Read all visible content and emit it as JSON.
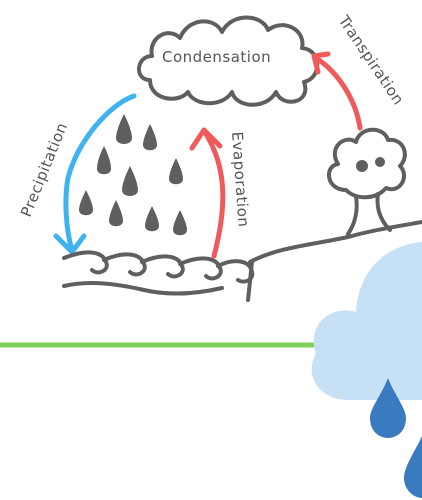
{
  "labels": {
    "condensation": "Condensation",
    "transpiration": "Transpiration",
    "evaporation": "Evaporation",
    "precipitation": "Precipitation"
  },
  "colors": {
    "ink": "#5f5f5f",
    "arrow_red": "#f05a5a",
    "arrow_blue": "#3fb3ef",
    "divider_green": "#7fd05a",
    "cloud_light": "#c6e0f6",
    "drop_blue": "#3a7bbf"
  },
  "icons": [
    "cloud-icon",
    "raindrop-icon",
    "tree-icon",
    "wave-icon",
    "arrow-icon"
  ]
}
